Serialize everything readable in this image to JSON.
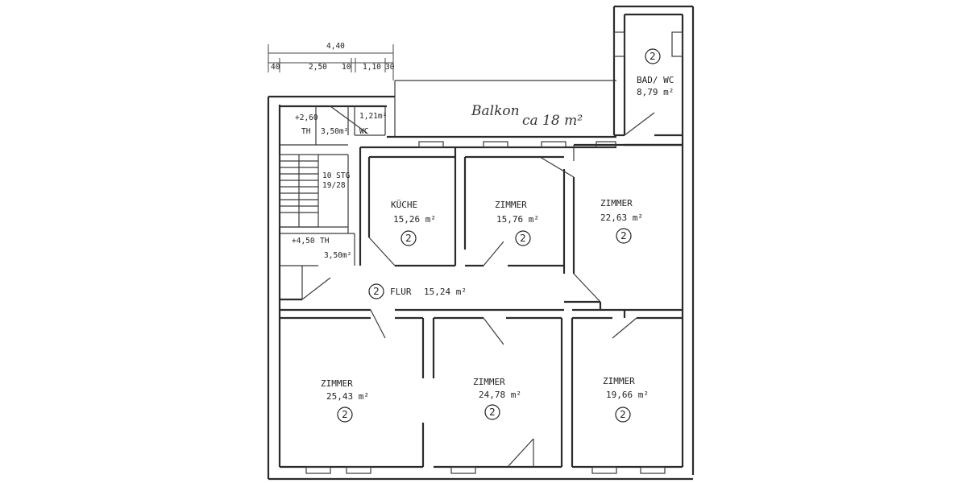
{
  "dimensions": {
    "total": "4,40",
    "d1": "40",
    "d2": "2,50",
    "d3": "10",
    "d4": "1,10",
    "d5": "30"
  },
  "rooms": [
    {
      "id": "bad",
      "name": "BAD/ WC",
      "area": "8,79 m²",
      "marker": "2"
    },
    {
      "id": "balkon",
      "name": "Balkon",
      "area": "ca 18 m²"
    },
    {
      "id": "th1",
      "level": "+2,60",
      "name": "TH",
      "area": "3,50m²"
    },
    {
      "id": "wc",
      "name": "WC",
      "area": "1,21m²"
    },
    {
      "id": "stair",
      "line1": "10 STG",
      "line2": "19/28"
    },
    {
      "id": "th2",
      "level": "+4,50",
      "name": "TH",
      "area": "3,50m²"
    },
    {
      "id": "kueche",
      "name": "KÜCHE",
      "area": "15,26 m²",
      "marker": "2"
    },
    {
      "id": "zimmer1",
      "name": "ZIMMER",
      "area": "15,76 m²",
      "marker": "2"
    },
    {
      "id": "zimmer2",
      "name": "ZIMMER",
      "area": "22,63 m²",
      "marker": "2"
    },
    {
      "id": "flur",
      "name": "FLUR",
      "area": "15,24 m²",
      "marker": "2"
    },
    {
      "id": "zimmer3",
      "name": "ZIMMER",
      "area": "25,43 m²",
      "marker": "2"
    },
    {
      "id": "zimmer4",
      "name": "ZIMMER",
      "area": "24,78 m²",
      "marker": "2"
    },
    {
      "id": "zimmer5",
      "name": "ZIMMER",
      "area": "19,66 m²",
      "marker": "2"
    }
  ]
}
